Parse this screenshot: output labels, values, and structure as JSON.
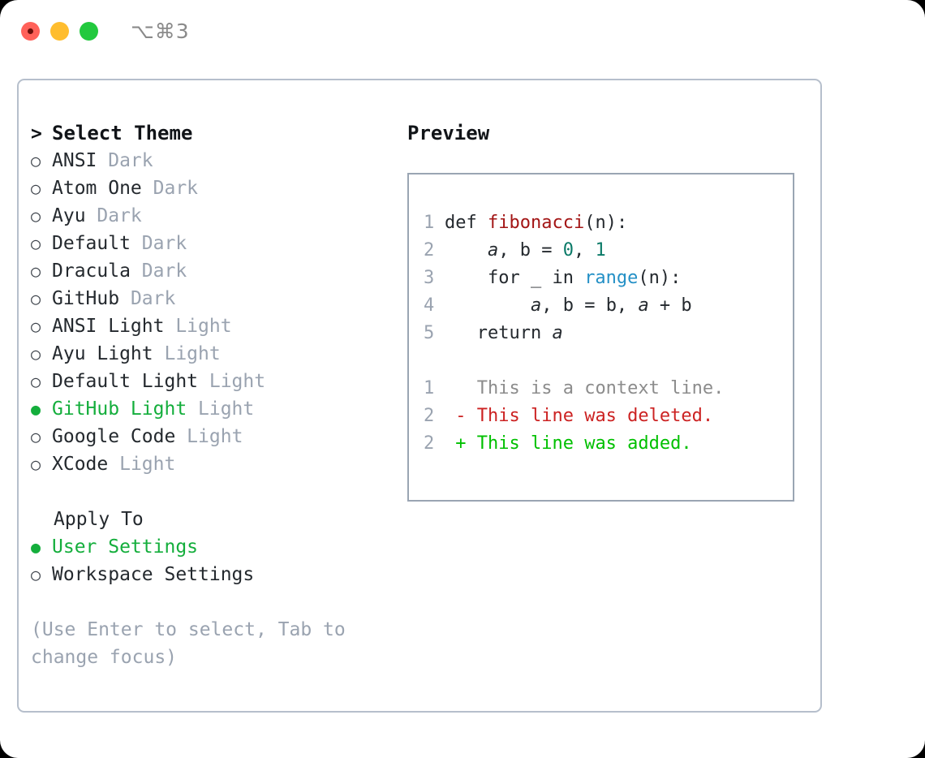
{
  "titlebar": {
    "shortcut": "⌥⌘3",
    "dots": [
      "close-dot",
      "minimize-dot",
      "maximize-dot"
    ]
  },
  "theme_picker": {
    "header": {
      "marker": ">",
      "label": "Select Theme"
    },
    "items": [
      {
        "marker": "○",
        "label": "ANSI",
        "suffix": "Dark",
        "selected": false
      },
      {
        "marker": "○",
        "label": "Atom One",
        "suffix": "Dark",
        "selected": false
      },
      {
        "marker": "○",
        "label": "Ayu",
        "suffix": "Dark",
        "selected": false
      },
      {
        "marker": "○",
        "label": "Default",
        "suffix": "Dark",
        "selected": false
      },
      {
        "marker": "○",
        "label": "Dracula",
        "suffix": "Dark",
        "selected": false
      },
      {
        "marker": "○",
        "label": "GitHub",
        "suffix": "Dark",
        "selected": false
      },
      {
        "marker": "○",
        "label": "ANSI Light",
        "suffix": "Light",
        "selected": false
      },
      {
        "marker": "○",
        "label": "Ayu Light",
        "suffix": "Light",
        "selected": false
      },
      {
        "marker": "○",
        "label": "Default Light",
        "suffix": "Light",
        "selected": false
      },
      {
        "marker": "●",
        "label": "GitHub Light",
        "suffix": "Light",
        "selected": true
      },
      {
        "marker": "○",
        "label": "Google Code",
        "suffix": "Light",
        "selected": false
      },
      {
        "marker": "○",
        "label": "XCode",
        "suffix": "Light",
        "selected": false
      }
    ]
  },
  "apply_to": {
    "title": "Apply To",
    "items": [
      {
        "marker": "●",
        "label": "User Settings",
        "selected": true
      },
      {
        "marker": "○",
        "label": "Workspace Settings",
        "selected": false
      }
    ]
  },
  "hint": "(Use Enter to select, Tab to change focus)",
  "preview": {
    "title": "Preview",
    "code_lines": [
      {
        "num": "1",
        "segments": [
          {
            "text": "def ",
            "style": "plain"
          },
          {
            "text": "fibonacci",
            "style": "fn"
          },
          {
            "text": "(n):",
            "style": "plain"
          }
        ]
      },
      {
        "num": "2",
        "segments": [
          {
            "text": "    ",
            "style": "plain"
          },
          {
            "text": "a",
            "style": "var"
          },
          {
            "text": ", ",
            "style": "plain"
          },
          {
            "text": "b",
            "style": "plain"
          },
          {
            "text": " = ",
            "style": "plain"
          },
          {
            "text": "0",
            "style": "num"
          },
          {
            "text": ", ",
            "style": "plain"
          },
          {
            "text": "1",
            "style": "num"
          }
        ]
      },
      {
        "num": "3",
        "segments": [
          {
            "text": "    for _ in ",
            "style": "plain"
          },
          {
            "text": "range",
            "style": "call"
          },
          {
            "text": "(n):",
            "style": "plain"
          }
        ]
      },
      {
        "num": "4",
        "segments": [
          {
            "text": "        ",
            "style": "plain"
          },
          {
            "text": "a",
            "style": "var"
          },
          {
            "text": ", b = b, ",
            "style": "plain"
          },
          {
            "text": "a",
            "style": "var"
          },
          {
            "text": " + b",
            "style": "plain"
          }
        ]
      },
      {
        "num": "5",
        "segments": [
          {
            "text": "   return ",
            "style": "plain"
          },
          {
            "text": "a",
            "style": "var"
          }
        ]
      }
    ],
    "diff_lines": [
      {
        "num": "1",
        "sign": " ",
        "text": " This is a context line.",
        "kind": "context"
      },
      {
        "num": "2",
        "sign": "-",
        "text": " This line was deleted.",
        "kind": "deleted"
      },
      {
        "num": "2",
        "sign": "+",
        "text": " This line was added.",
        "kind": "added"
      }
    ]
  },
  "colors": {
    "accent_green": "#14ae3c",
    "muted": "#9aa3b0",
    "panel_border": "#b6bfcc",
    "preview_border": "#9aa5b3",
    "diff_delete": "#cc2222",
    "diff_add": "#00c000",
    "syntax_function": "#a31515",
    "syntax_number": "#0b7a68",
    "syntax_call": "#2490c6"
  }
}
